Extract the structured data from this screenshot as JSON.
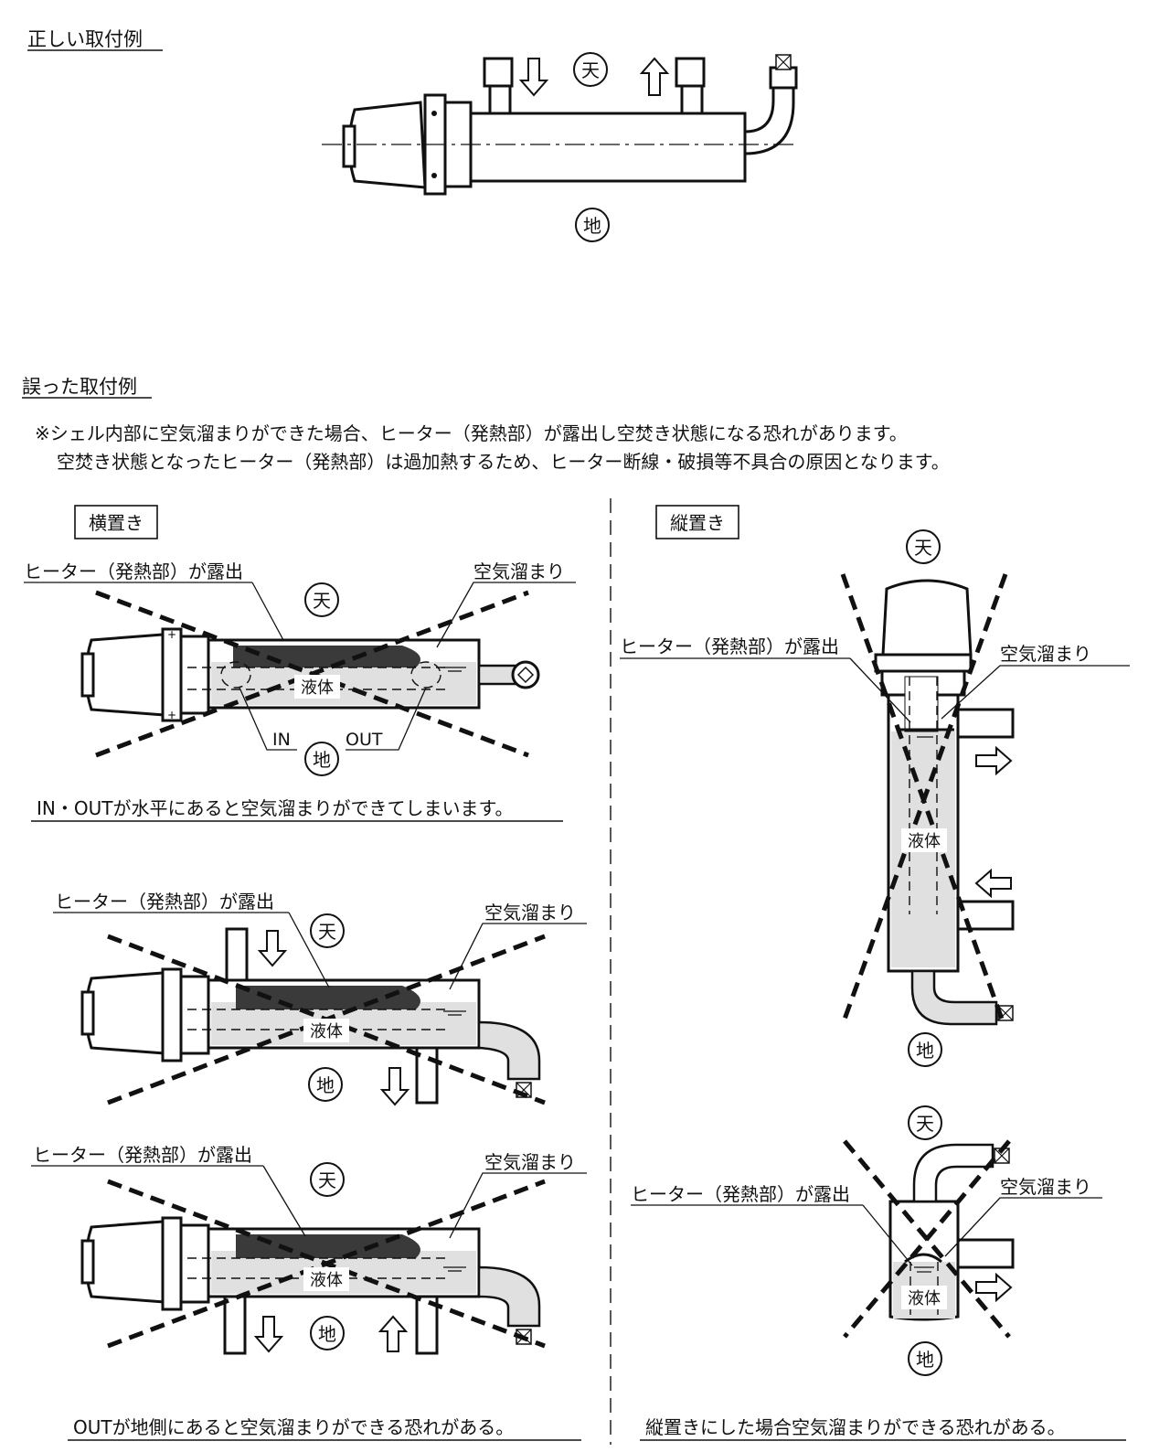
{
  "sections": {
    "correct_title": "正しい取付例",
    "wrong_title": "誤った取付例"
  },
  "notes": {
    "line1": "※シェル内部に空気溜まりができた場合、ヒーター（発熱部）が露出し空焚き状態になる恐れがあります。",
    "line2": "空焚き状態となったヒーター（発熱部）は過加熱するため、ヒーター断線・破損等不具合の原因となります。"
  },
  "panels": {
    "horizontal": "横置き",
    "vertical": "縦置き"
  },
  "labels": {
    "top": "天",
    "bottom": "地",
    "heater_exposed": "ヒーター（発熱部）が露出",
    "air_pocket": "空気溜まり",
    "liquid": "液体",
    "in": "IN",
    "out": "OUT"
  },
  "captions": {
    "h1": "IN・OUTが水平にあると空気溜まりができてしまいます。",
    "h3": "OUTが地側にあると空気溜まりができる恐れがある。",
    "v": "縦置きにした場合空気溜まりができる恐れがある。"
  }
}
